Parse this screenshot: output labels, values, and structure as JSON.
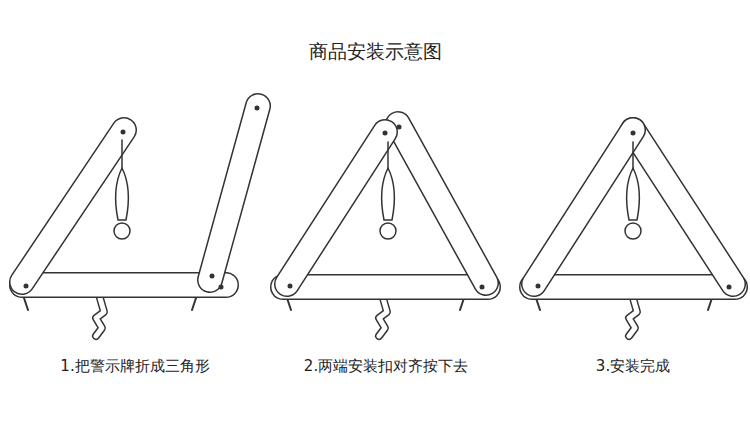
{
  "diagram": {
    "title": "商品安装示意图",
    "labels": [
      "1.把警示牌折成三角形",
      "2.两端安装扣对齐按下去",
      "3.安装完成"
    ]
  }
}
